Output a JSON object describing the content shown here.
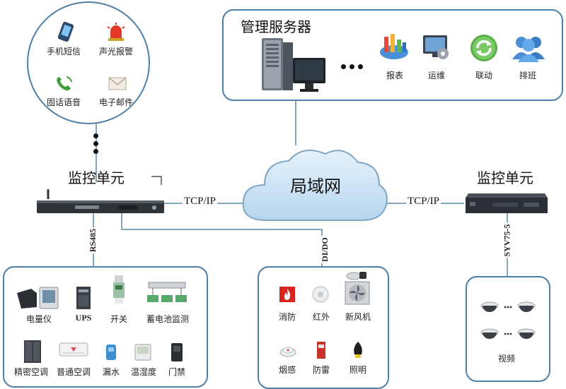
{
  "server_panel": {
    "title": "管理服务器",
    "functions": [
      {
        "label": "报表",
        "icon": "report-chart-icon"
      },
      {
        "label": "运维",
        "icon": "maintenance-icon"
      },
      {
        "label": "联动",
        "icon": "refresh-link-icon"
      },
      {
        "label": "排班",
        "icon": "users-schedule-icon"
      }
    ]
  },
  "alerts": {
    "items": [
      {
        "label": "手机短信",
        "icon": "mobile-phone-icon"
      },
      {
        "label": "声光报警",
        "icon": "alarm-light-icon"
      },
      {
        "label": "固话语音",
        "icon": "telephone-icon"
      },
      {
        "label": "电子邮件",
        "icon": "email-icon"
      }
    ]
  },
  "network": {
    "cloud_label": "局域网",
    "left_link": "TCP/IP",
    "right_link": "TCP/IP"
  },
  "left_unit": {
    "title": "监控单元",
    "bus_label": "RS485",
    "dido_label": "DI/DO"
  },
  "right_unit": {
    "title": "监控单元",
    "cable_label": "SYV75-5"
  },
  "left_devices": [
    {
      "label": "电量仪",
      "icon": "power-meter-icon"
    },
    {
      "label": "UPS",
      "icon": "ups-icon"
    },
    {
      "label": "开关",
      "icon": "switch-icon"
    },
    {
      "label": "蓄电池监测",
      "icon": "battery-monitor-icon"
    },
    {
      "label": "精密空调",
      "icon": "precision-ac-icon"
    },
    {
      "label": "普通空调",
      "icon": "air-conditioner-icon"
    },
    {
      "label": "漏水",
      "icon": "water-leak-icon"
    },
    {
      "label": "温湿度",
      "icon": "thermo-hygrometer-icon"
    },
    {
      "label": "门禁",
      "icon": "access-control-icon"
    }
  ],
  "dido_devices": [
    {
      "label": "消防",
      "icon": "fire-icon"
    },
    {
      "label": "红外",
      "icon": "infrared-sensor-icon"
    },
    {
      "label": "新风机",
      "icon": "fan-icon"
    },
    {
      "label": "烟感",
      "icon": "smoke-detector-icon"
    },
    {
      "label": "防雷",
      "icon": "lightning-protector-icon"
    },
    {
      "label": "照明",
      "icon": "lighting-icon"
    }
  ],
  "video": {
    "label": "视频",
    "camera_icon": "dome-camera-icon"
  }
}
